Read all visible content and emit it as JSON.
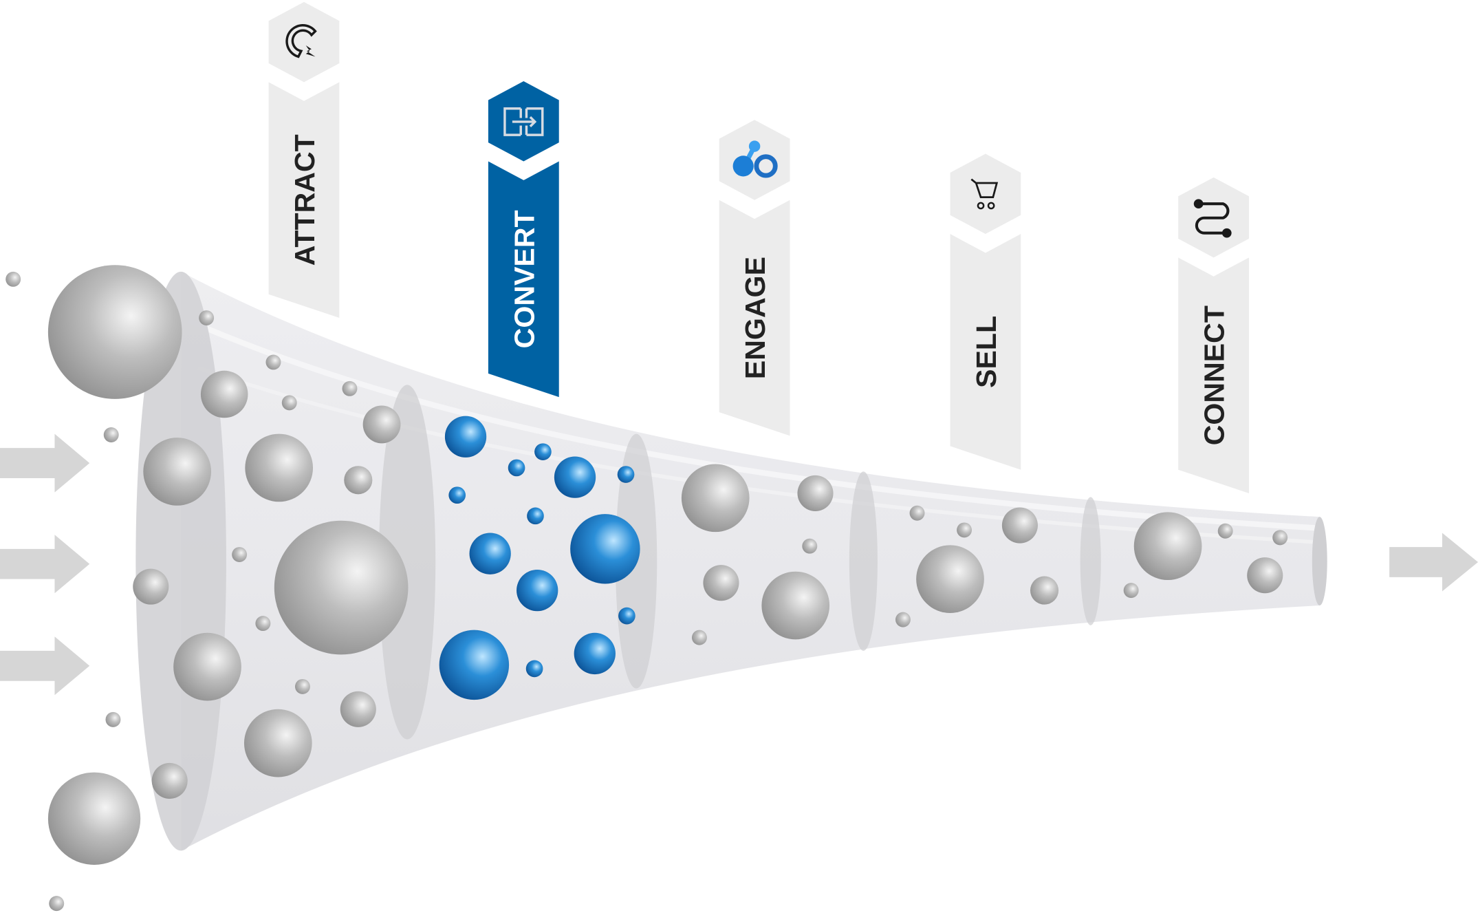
{
  "colors": {
    "accent": "#0062a3",
    "banner_gray": "#ececec",
    "funnel": "#e4e4e8",
    "ring": "#cfcfd2",
    "arrow": "#d6d6d6",
    "text_dark": "#222222",
    "text_light": "#ffffff"
  },
  "stages": [
    {
      "label": "ATTRACT",
      "icon": "magnet-icon",
      "active": false
    },
    {
      "label": "CONVERT",
      "icon": "convert-arrow-icon",
      "active": true
    },
    {
      "label": "ENGAGE",
      "icon": "network-nodes-icon",
      "active": false
    },
    {
      "label": "SELL",
      "icon": "shopping-cart-icon",
      "active": false
    },
    {
      "label": "CONNECT",
      "icon": "path-connect-icon",
      "active": false
    }
  ]
}
